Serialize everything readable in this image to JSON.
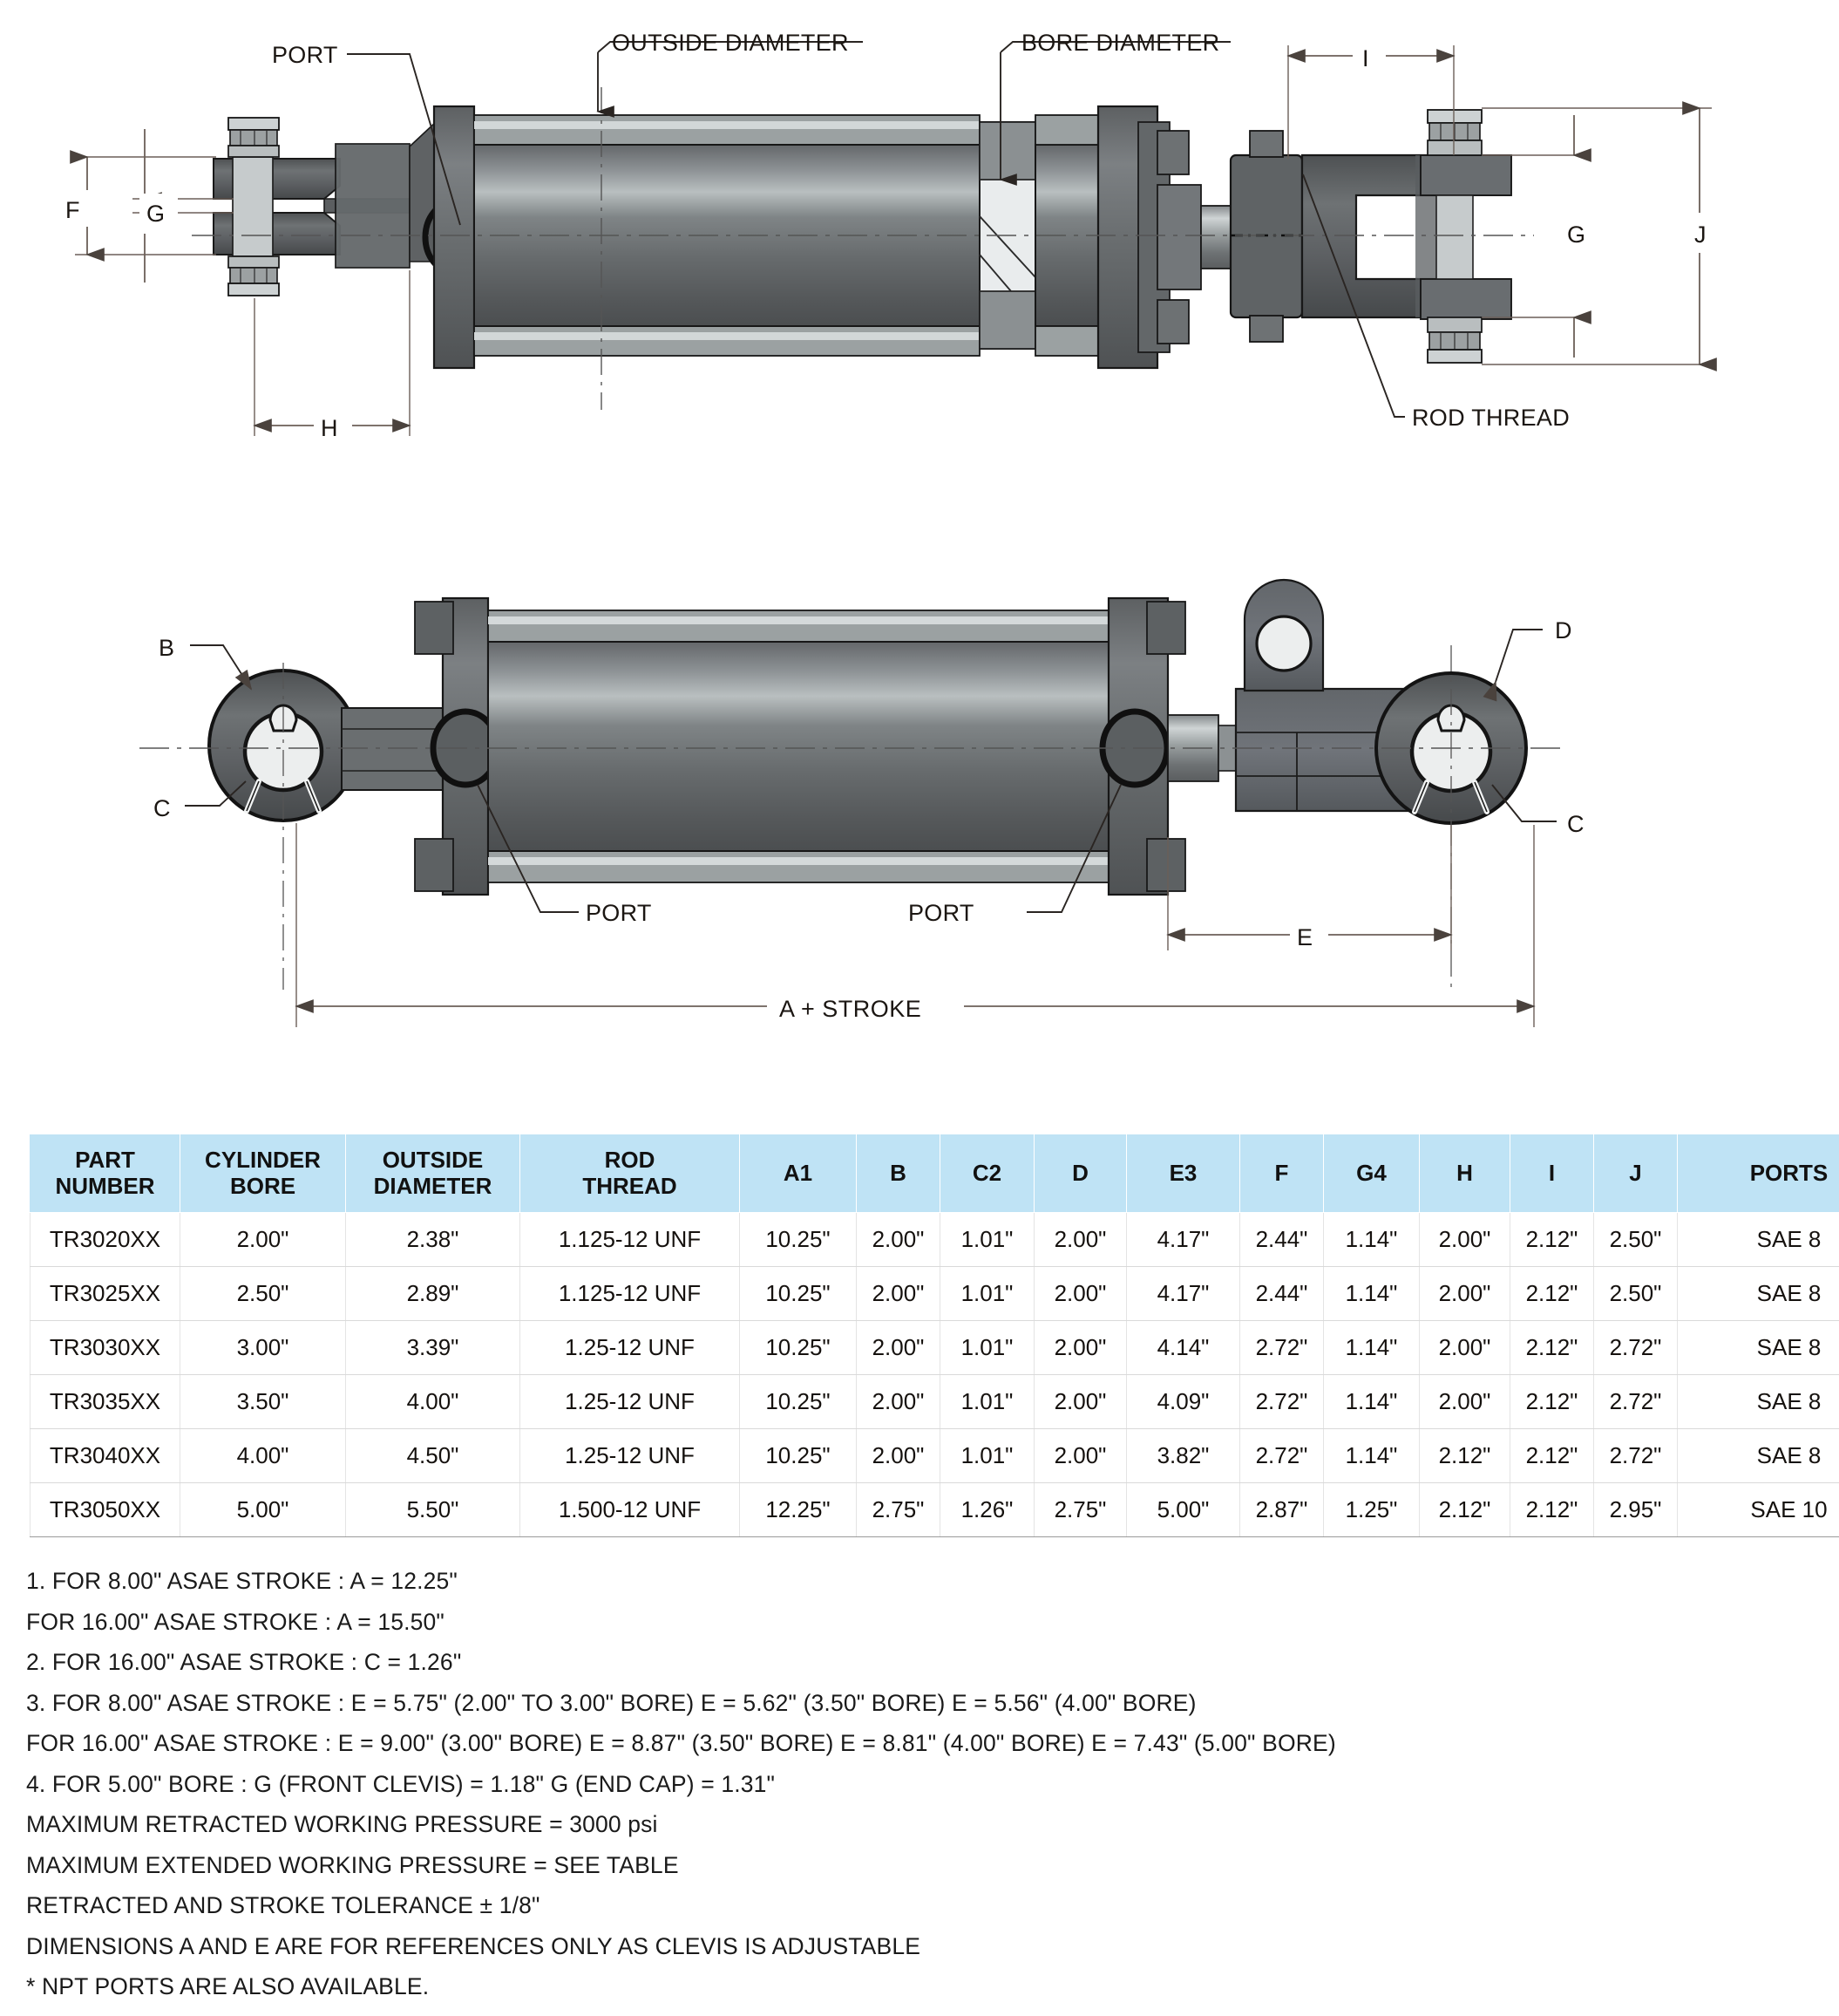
{
  "drawing": {
    "title_note": "Hydraulic Tie-Rod Cylinder Dimensional Drawing",
    "top_view": {
      "labels": {
        "port": "PORT",
        "outside_diameter": "OUTSIDE DIAMETER",
        "bore_diameter": "BORE DIAMETER",
        "rod_thread": "ROD THREAD",
        "dim_f": "F",
        "dim_g_left": "G",
        "dim_h": "H",
        "dim_i": "I",
        "dim_g_right": "G",
        "dim_j": "J"
      }
    },
    "bottom_view": {
      "labels": {
        "dim_b": "B",
        "dim_c_left": "C",
        "dim_c_right": "C",
        "dim_d": "D",
        "dim_e": "E",
        "port_left": "PORT",
        "port_right": "PORT",
        "a_plus_stroke": "A + STROKE"
      }
    },
    "colors": {
      "body_dark": "#5c5f5c",
      "body_mid": "#6f726f",
      "body_light": "#9aa0a0",
      "highlight": "#c9cfd0",
      "outline": "#1b1b1b",
      "dim_line": "#6b5f58"
    }
  },
  "table": {
    "headers": [
      "PART\nNUMBER",
      "CYLINDER\nBORE",
      "OUTSIDE\nDIAMETER",
      "ROD\nTHREAD",
      "A1",
      "B",
      "C2",
      "D",
      "E3",
      "F",
      "G4",
      "H",
      "I",
      "J",
      "PORTS"
    ],
    "header_lines": [
      [
        "PART",
        "NUMBER"
      ],
      [
        "CYLINDER",
        "BORE"
      ],
      [
        "OUTSIDE",
        "DIAMETER"
      ],
      [
        "ROD",
        "THREAD"
      ],
      [
        "A1"
      ],
      [
        "B"
      ],
      [
        "C2"
      ],
      [
        "D"
      ],
      [
        "E3"
      ],
      [
        "F"
      ],
      [
        "G4"
      ],
      [
        "H"
      ],
      [
        "I"
      ],
      [
        "J"
      ],
      [
        "PORTS"
      ]
    ],
    "rows": [
      [
        "TR3020XX",
        "2.00\"",
        "2.38\"",
        "1.125-12 UNF",
        "10.25\"",
        "2.00\"",
        "1.01\"",
        "2.00\"",
        "4.17\"",
        "2.44\"",
        "1.14\"",
        "2.00\"",
        "2.12\"",
        "2.50\"",
        "SAE 8"
      ],
      [
        "TR3025XX",
        "2.50\"",
        "2.89\"",
        "1.125-12 UNF",
        "10.25\"",
        "2.00\"",
        "1.01\"",
        "2.00\"",
        "4.17\"",
        "2.44\"",
        "1.14\"",
        "2.00\"",
        "2.12\"",
        "2.50\"",
        "SAE 8"
      ],
      [
        "TR3030XX",
        "3.00\"",
        "3.39\"",
        "1.25-12 UNF",
        "10.25\"",
        "2.00\"",
        "1.01\"",
        "2.00\"",
        "4.14\"",
        "2.72\"",
        "1.14\"",
        "2.00\"",
        "2.12\"",
        "2.72\"",
        "SAE 8"
      ],
      [
        "TR3035XX",
        "3.50\"",
        "4.00\"",
        "1.25-12 UNF",
        "10.25\"",
        "2.00\"",
        "1.01\"",
        "2.00\"",
        "4.09\"",
        "2.72\"",
        "1.14\"",
        "2.00\"",
        "2.12\"",
        "2.72\"",
        "SAE 8"
      ],
      [
        "TR3040XX",
        "4.00\"",
        "4.50\"",
        "1.25-12 UNF",
        "10.25\"",
        "2.00\"",
        "1.01\"",
        "2.00\"",
        "3.82\"",
        "2.72\"",
        "1.14\"",
        "2.12\"",
        "2.12\"",
        "2.72\"",
        "SAE 8"
      ],
      [
        "TR3050XX",
        "5.00\"",
        "5.50\"",
        "1.500-12 UNF",
        "12.25\"",
        "2.75\"",
        "1.26\"",
        "2.75\"",
        "5.00\"",
        "2.87\"",
        "1.25\"",
        "2.12\"",
        "2.12\"",
        "2.95\"",
        "SAE 10"
      ]
    ],
    "header_bg": "#bfe3f5"
  },
  "notes": [
    "1.   FOR 8.00\" ASAE STROKE : A = 12.25\"",
    "FOR 16.00\" ASAE STROKE : A = 15.50\"",
    "2.   FOR 16.00\" ASAE STROKE : C = 1.26\"",
    "3.   FOR 8.00\" ASAE STROKE : E = 5.75\" (2.00\" TO 3.00\" BORE)  E = 5.62\" (3.50\" BORE)  E = 5.56\" (4.00\" BORE)",
    "FOR 16.00\" ASAE STROKE : E = 9.00\" (3.00\" BORE)  E = 8.87\" (3.50\" BORE)  E = 8.81\" (4.00\" BORE) E = 7.43\" (5.00\" BORE)",
    "4.   FOR 5.00\" BORE : G (FRONT CLEVIS) = 1.18\" G (END CAP) = 1.31\"",
    "MAXIMUM RETRACTED WORKING PRESSURE = 3000 psi",
    "MAXIMUM EXTENDED WORKING PRESSURE = SEE TABLE",
    "RETRACTED AND STROKE TOLERANCE ± 1/8\"",
    "DIMENSIONS A AND E ARE FOR REFERENCES ONLY AS CLEVIS IS ADJUSTABLE",
    "* NPT PORTS ARE ALSO AVAILABLE."
  ]
}
